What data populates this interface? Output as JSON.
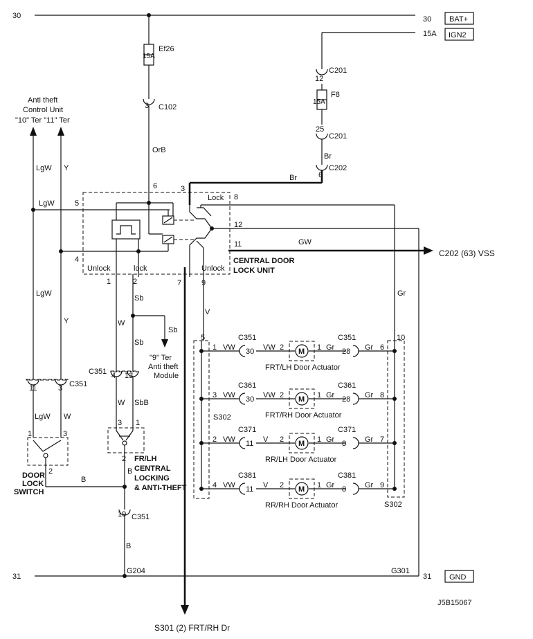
{
  "rails": {
    "top_left_num": "30",
    "top_right_num": "30",
    "bat": "BAT+",
    "ign_num": "15A",
    "ign": "IGN2",
    "bottom_left_num": "31",
    "bottom_right_num": "31",
    "gnd": "GND"
  },
  "fuses": {
    "ef26_amp": "15A",
    "ef26_name": "Ef26",
    "f8_amp": "15A",
    "f8_name": "F8"
  },
  "connectors": {
    "c102_pin": "3",
    "c102": "C102",
    "c201_top_pin": "12",
    "c201_top": "C201",
    "c201_bot_pin": "25",
    "c201_bot": "C201",
    "c202_pin": "6",
    "c202": "C202",
    "c351_a11": "11",
    "c351_a3": "3",
    "c351_a": "C351",
    "c351_b": "C351",
    "c351_b4": "4",
    "c351_b13": "13",
    "c351_c19": "19",
    "c351_c": "C351"
  },
  "wires": {
    "orb": "OrB",
    "br1": "Br",
    "br2": "Br",
    "lgw_left": "LgW",
    "y_left": "Y",
    "lgw_mid": "LgW",
    "lgw_lower": "LgW",
    "y_lower": "Y",
    "lgw_bottom": "LgW",
    "w_bottom": "W",
    "w_mid": "W",
    "sb1": "Sb",
    "sb2": "Sb",
    "sb3": "Sb",
    "sbb": "SbB",
    "v": "V",
    "gw": "GW",
    "gr": "Gr",
    "b1": "B",
    "b2": "B",
    "b3": "B"
  },
  "anti_theft": {
    "line1": "Anti theft",
    "line2": "Control Unit",
    "line3": "\"10\" Ter \"11\" Ter"
  },
  "cdlu": {
    "pin5": "5",
    "pin6": "6",
    "pin3": "3",
    "pin8": "8",
    "pin12": "12",
    "pin11": "11",
    "pin4": "4",
    "pin1": "1",
    "pin2": "2",
    "pin7": "7",
    "pin9": "9",
    "lock_top": "Lock",
    "unlock_left": "Unlock",
    "lock_left": "lock",
    "unlock_right": "Unlock",
    "name1": "CENTRAL DOOR",
    "name2": "LOCK UNIT"
  },
  "vss": "C202 (63) VSS",
  "s301": "S301 (2) FRT/RH Dr",
  "module9": {
    "line1": "\"9\" Ter",
    "line2": "Anti theft",
    "line3": "Module"
  },
  "door_switch": {
    "pin1": "1",
    "pin3": "3",
    "pin2": "2",
    "line1": "DOOR",
    "line2": "LOCK",
    "line3": "SWITCH"
  },
  "fr_switch": {
    "pin3": "3",
    "pin1": "1",
    "pin2": "2",
    "line1": "FR/LH",
    "line2": "CENTRAL",
    "line3": "LOCKING",
    "line4": "& ANTI-THEFT"
  },
  "splices": {
    "s302_left": "S302",
    "s302_left_pin": "5",
    "s302_right": "S302",
    "s302_right_pin": "10"
  },
  "actuators": [
    {
      "left_pin": "1",
      "left_wire": "VW",
      "left_conn": "C351",
      "left_conn_pin": "30",
      "mid_wire": "VW",
      "motor_left_pin": "2",
      "motor": "M",
      "motor_right_pin": "1",
      "right_wire": "Gr",
      "right_conn": "C351",
      "right_conn_pin": "28",
      "right_wire2": "Gr",
      "right_pin": "6",
      "name": "FRT/LH Door Actuator"
    },
    {
      "left_pin": "3",
      "left_wire": "VW",
      "left_conn": "C361",
      "left_conn_pin": "30",
      "mid_wire": "VW",
      "motor_left_pin": "2",
      "motor": "M",
      "motor_right_pin": "1",
      "right_wire": "Gr",
      "right_conn": "C361",
      "right_conn_pin": "28",
      "right_wire2": "Gr",
      "right_pin": "8",
      "name": "FRT/RH Door Actuator"
    },
    {
      "left_pin": "2",
      "left_wire": "VW",
      "left_conn": "C371",
      "left_conn_pin": "11",
      "mid_wire": "V",
      "motor_left_pin": "2",
      "motor": "M",
      "motor_right_pin": "1",
      "right_wire": "Gr",
      "right_conn": "C371",
      "right_conn_pin": "8",
      "right_wire2": "Gr",
      "right_pin": "7",
      "name": "RR/LH Door Actuator"
    },
    {
      "left_pin": "4",
      "left_wire": "VW",
      "left_conn": "C381",
      "left_conn_pin": "11",
      "mid_wire": "V",
      "motor_left_pin": "2",
      "motor": "M",
      "motor_right_pin": "1",
      "right_wire": "Gr",
      "right_conn": "C381",
      "right_conn_pin": "8",
      "right_wire2": "Gr",
      "right_pin": "9",
      "name": "RR/RH Door Actuator"
    }
  ],
  "grounds": {
    "g204": "G204",
    "g301": "G301"
  },
  "diagram_id": "J5B15067"
}
